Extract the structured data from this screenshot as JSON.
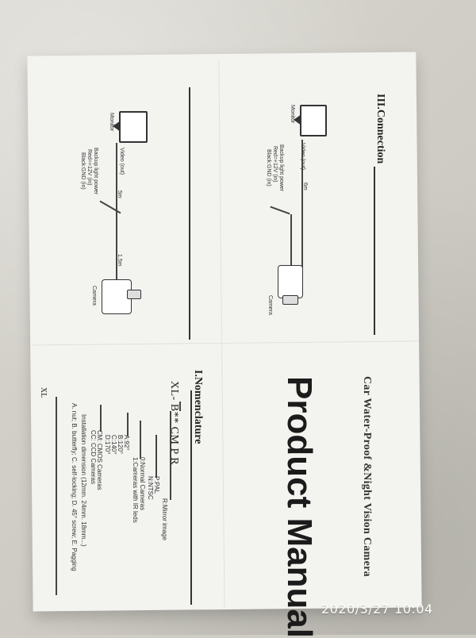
{
  "header": {
    "car_title": "Car Water-Proof &Night Vision Camera",
    "product_manual": "Product Manual"
  },
  "sections": {
    "connection": "III.Connection",
    "nomenclature": "I.Nomenclature"
  },
  "connection_top": {
    "monitor": "Monitor",
    "video_out": "Video (out)",
    "length_6m": "6m",
    "backup_power": "Backup light power",
    "red_12v": "Red=+12V (in)",
    "black_gnd": "Black:GND (in)",
    "camera": "Camera"
  },
  "connection_bottom": {
    "monitor": "Monitor",
    "video_out": "Video (out)",
    "length_5m": "5m",
    "length_1_5m": "1.5m",
    "backup_power": "Backup light power",
    "red_12v": "Red=+12V (in)",
    "black_gnd": "Black:GND (in)",
    "camera": "Camera"
  },
  "nomenclature": {
    "code": "XL- B** CM  P  R",
    "r_mirror": "R:Mirror image",
    "p_pal": "P:PAL",
    "n_ntsc": "N:NTSC",
    "normal_cameras": "0:Normal Cameras",
    "ir_cameras": "1:Cameras with IR leds",
    "a_92": "A:92°",
    "b_120": "B:120°",
    "c_140": "C:140°",
    "d_170": "D:170°",
    "cmos": "CM: CMOS Cameras",
    "ccd": "CC: CCD Cameras",
    "install": "Installation dimension (12mm. 24mm. 18mm...)",
    "types": "A. nut; B. butterfly; C. self-locking; D. 45° screw; E. Pagging",
    "xl": "XL"
  },
  "timestamp": "2020/3/27  10:04"
}
